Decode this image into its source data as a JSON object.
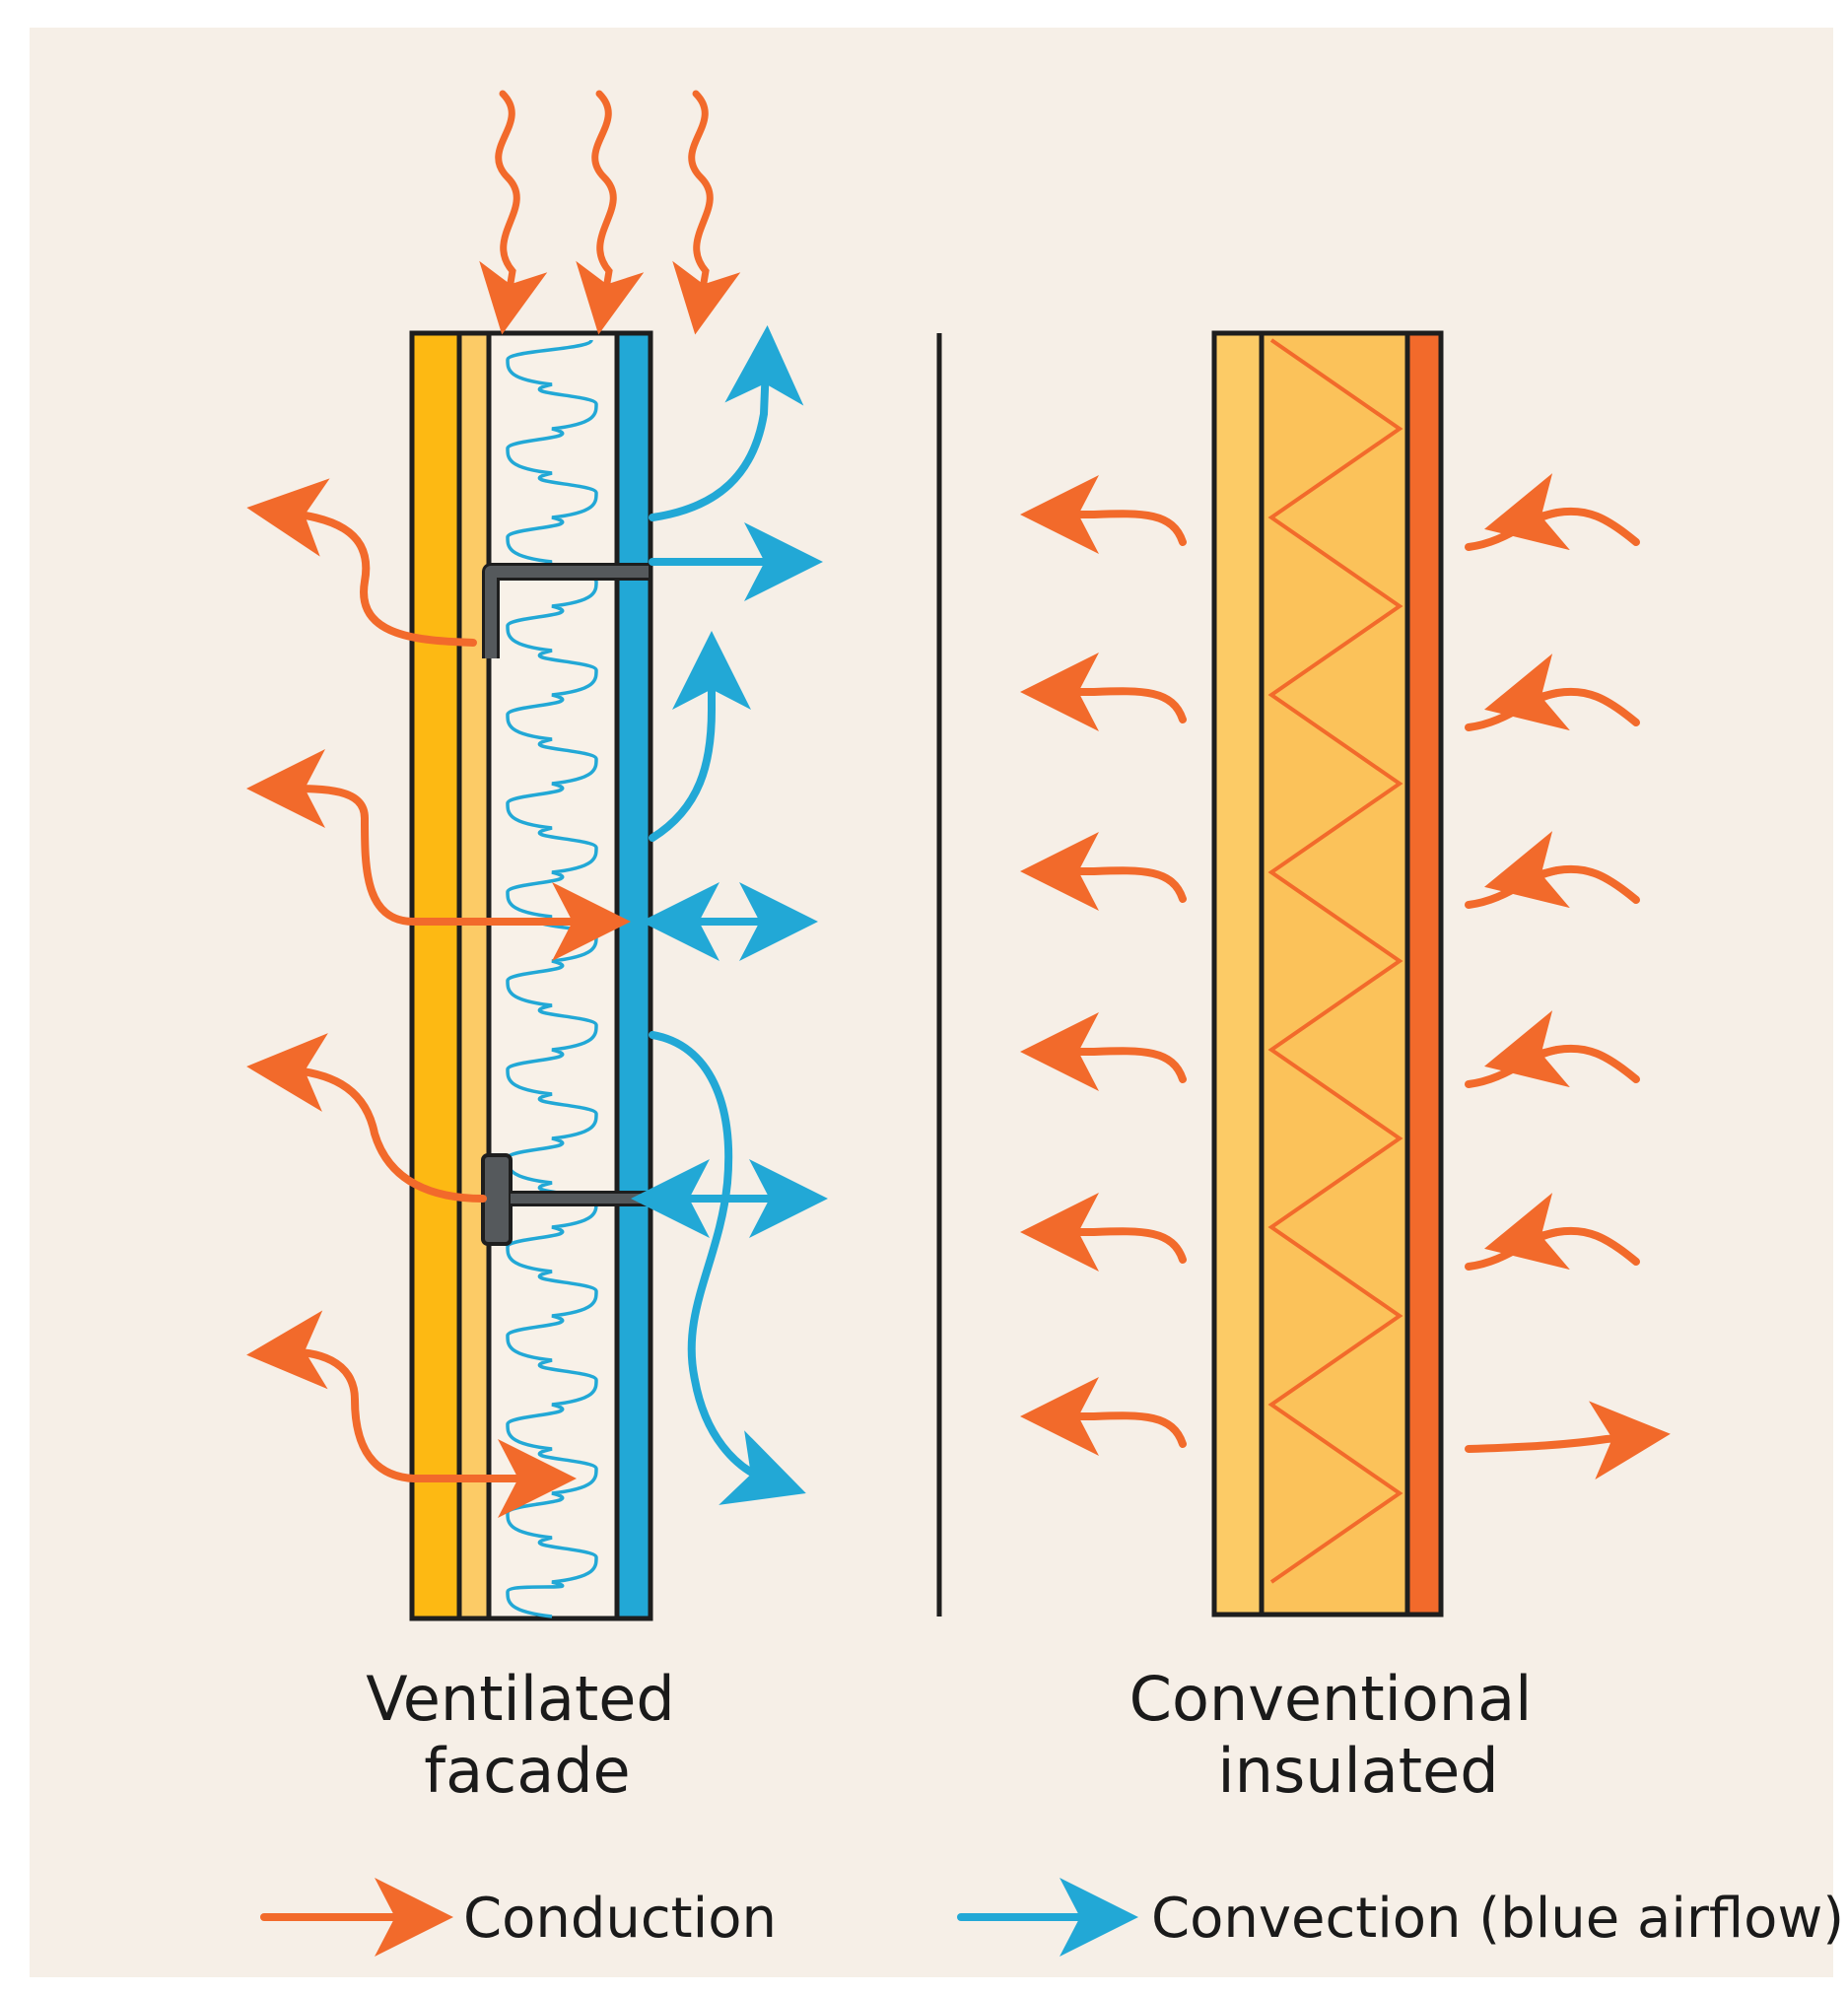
{
  "panels": {
    "left": {
      "title_line1": "Ventilated",
      "title_line2": "facade"
    },
    "right": {
      "title_line1": "Conventional",
      "title_line2": "insulated"
    }
  },
  "legend": {
    "conduction": {
      "label": "Conduction",
      "color": "#F26A2B"
    },
    "convection": {
      "label": "Convection (blue airflow)",
      "color": "#22A8D6"
    }
  },
  "colors": {
    "background": "#F6EFE7",
    "conduction": "#F26A2B",
    "convection": "#22A8D6",
    "layer_dark_yellow": "#FDB913",
    "layer_light_yellow": "#FCCB66",
    "insulation_fill": "#FBC25A",
    "bracket": "#55595C",
    "outline": "#1E1E1E"
  }
}
